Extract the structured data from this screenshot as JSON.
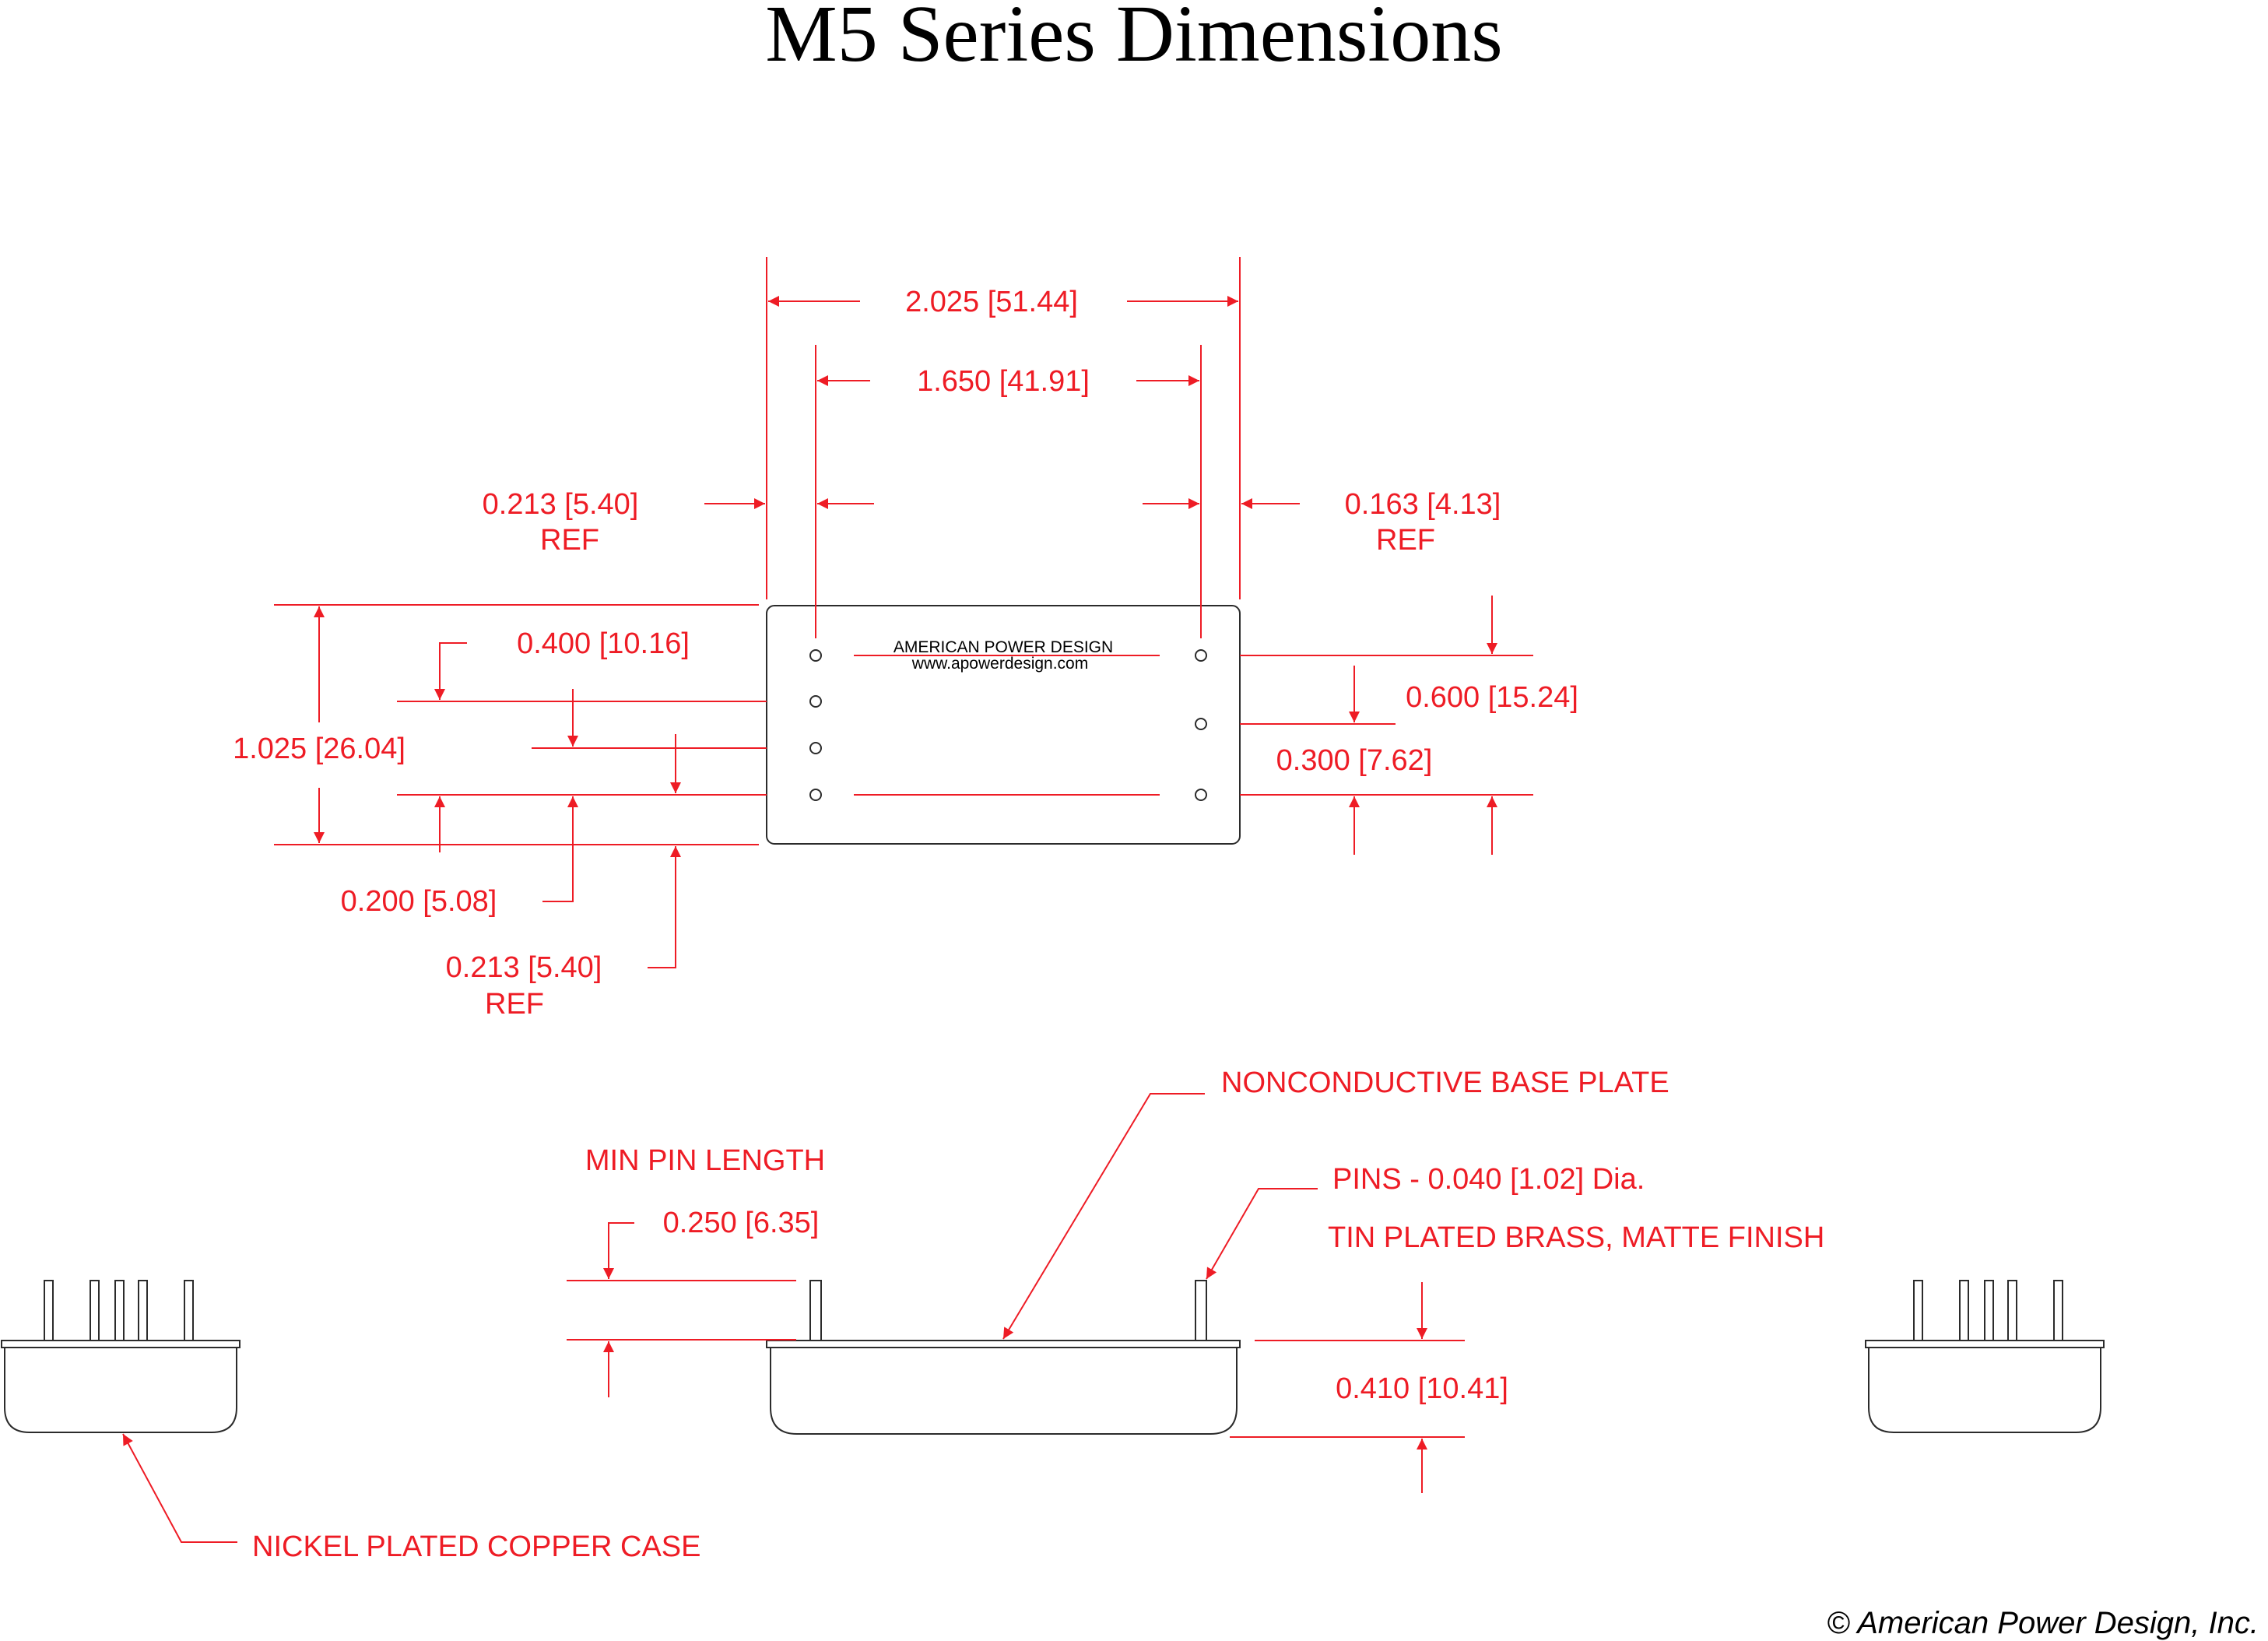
{
  "title": "M5 Series Dimensions",
  "brand": {
    "name": "AMERICAN POWER DESIGN",
    "url": "www.apowerdesign.com"
  },
  "dimensions": {
    "overall_width": "2.025 [51.44]",
    "pin_span": "1.650 [41.91]",
    "left_ref_line1": "0.213 [5.40]",
    "left_ref_line2": "REF",
    "right_ref_line1": "0.163 [4.13]",
    "right_ref_line2": "REF",
    "pitch_left": "0.400 [10.16]",
    "height": "1.025 [26.04]",
    "right_upper": "0.600 [15.24]",
    "right_lower": "0.300 [7.62]",
    "bottom_pitch": "0.200 [5.08]",
    "bottom_ref_line1": "0.213 [5.40]",
    "bottom_ref_line2": "REF",
    "min_pin_label": "MIN PIN LENGTH",
    "min_pin_value": "0.250 [6.35]",
    "body_height": "0.410 [10.41]"
  },
  "callouts": {
    "base_plate": "NONCONDUCTIVE BASE PLATE",
    "pins": "PINS -  0.040 [1.02] Dia.",
    "pin_finish": "TIN PLATED BRASS, MATTE FINISH",
    "case": "NICKEL PLATED COPPER CASE"
  },
  "copyright": "© American Power Design, Inc.",
  "colors": {
    "dimension": "#ee1c25",
    "outline": "#2b2b2b"
  }
}
